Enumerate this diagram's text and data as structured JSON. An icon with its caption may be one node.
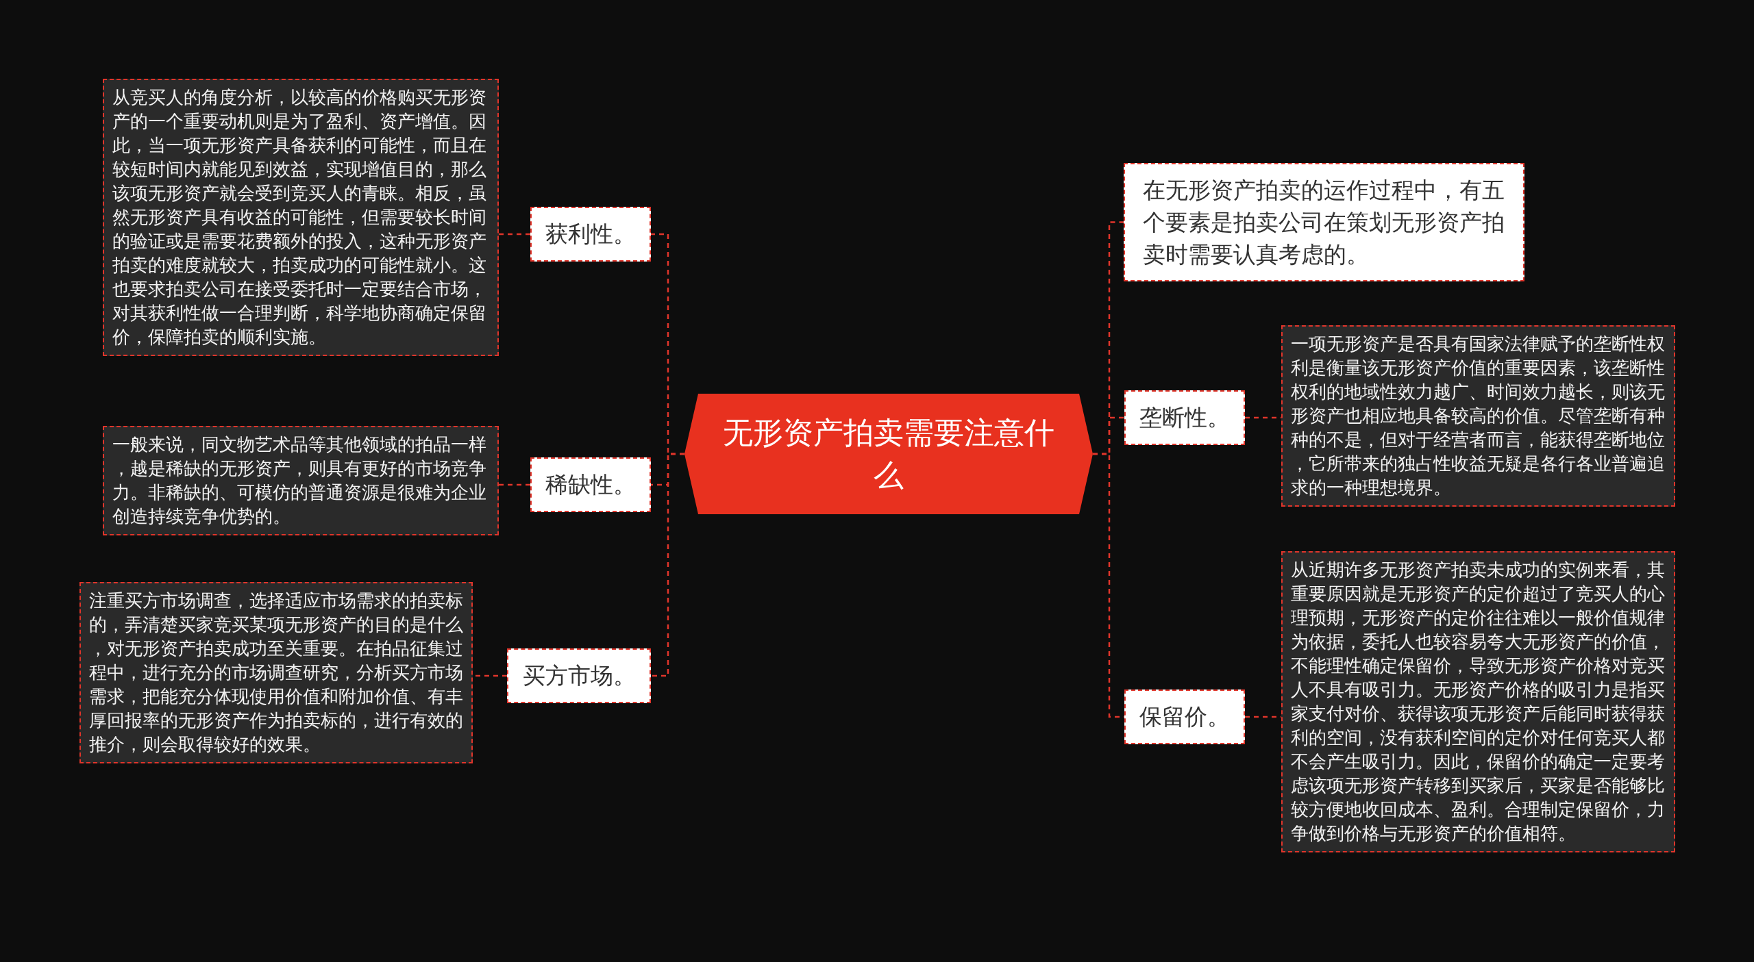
{
  "diagram": {
    "nodes": [
      {
        "text": [
          "无形资产拍卖需要注意什么"
        ]
      },
      {
        "text": [
          "获利性。"
        ]
      },
      {
        "text": [
          "从竞买人的角度分析，以较高的价格购买无形资产的一个重要动机则是为了盈利、资产增值。因此，当一项无形资产具备获利的可能性，而且在较短时间内就能见到效益，实现增值目的，那么该项无形资产就会受到竞买人的青睐。相反，虽然无形资产具有收益的可能性，但需要较长时间的验证或是需要花费额外的投入，这种无形资产拍卖的难度就较大，拍卖成功的可能性就小。这也要求拍卖公司在接受委托时一定要结合市场，对其获利性做一合理判断，科学地协商确定保留价，保障拍卖的顺利实施。"
        ]
      },
      {
        "text": [
          "稀缺性。"
        ]
      },
      {
        "text": [
          "一般来说，同文物艺术品等其他领域的拍品一样，越是稀缺的无形资产，则具有更好的市场竞争力。非稀缺的、可模仿的普通资源是很难为企业创造持续竞争优势的。"
        ]
      },
      {
        "text": [
          "买方市场。"
        ]
      },
      {
        "text": [
          "注重买方市场调查，选择适应市场需求的拍卖标的，弄清楚买家竞买某项无形资产的目的是什么，对无形资产拍卖成功至关重要。在拍品征集过程中，进行充分的市场调查研究，分析买方市场需求，把能充分体现使用价值和附加价值、有丰厚回报率的无形资产作为拍卖标的，进行有效的推介，则会取得较好的效果。"
        ]
      },
      {
        "text": [
          "在无形资产拍卖的运作过程中，有五个要素是拍卖公司在策划无形资产拍卖时需要认真考虑的。"
        ]
      },
      {
        "text": [
          "垄断性。"
        ]
      },
      {
        "text": [
          "一项无形资产是否具有国家法律赋予的垄断性权利是衡量该无形资产价值的重要因素，该垄断性权利的地域性效力越广、时间效力越长，则该无形资产也相应地具备较高的价值。尽管垄断有种种的不是，但对于经营者而言，能获得垄断地位，它所带来的独占性收益无疑是各行各业普遍追求的一种理想境界。"
        ]
      },
      {
        "text": [
          "保留价。"
        ]
      },
      {
        "text": [
          "从近期许多无形资产拍卖未成功的实例来看，其重要原因就是无形资产的定价超过了竞买人的心理预期，无形资产的定价往往难以一般价值规律为依据，委托人也较容易夸大无形资产的价值，不能理性确定保留价，导致无形资产价格对竞买人不具有吸引力。无形资产价格的吸引力是指买家支付对价、获得该项无形资产后能同时获得获利的空间，没有获利空间的定价对任何竞买人都不会产生吸引力。因此，保留价的确定一定要考虑该项无形资产转移到买家后，买家是否能够比较方便地收回成本、盈利。合理制定保留价，力争做到价格与无形资产的价值相符。"
        ]
      }
    ],
    "edges": [
      {
        "from": 0,
        "to": 1,
        "arrow": "none"
      },
      {
        "from": 1,
        "to": 2,
        "arrow": "none"
      },
      {
        "from": 0,
        "to": 3,
        "arrow": "none"
      },
      {
        "from": 3,
        "to": 4,
        "arrow": "none"
      },
      {
        "from": 0,
        "to": 5,
        "arrow": "none"
      },
      {
        "from": 5,
        "to": 6,
        "arrow": "none"
      },
      {
        "from": 0,
        "to": 7,
        "arrow": "none"
      },
      {
        "from": 0,
        "to": 8,
        "arrow": "none"
      },
      {
        "from": 8,
        "to": 9,
        "arrow": "none"
      },
      {
        "from": 0,
        "to": 10,
        "arrow": "none"
      },
      {
        "from": 10,
        "to": 11,
        "arrow": "none"
      }
    ]
  }
}
